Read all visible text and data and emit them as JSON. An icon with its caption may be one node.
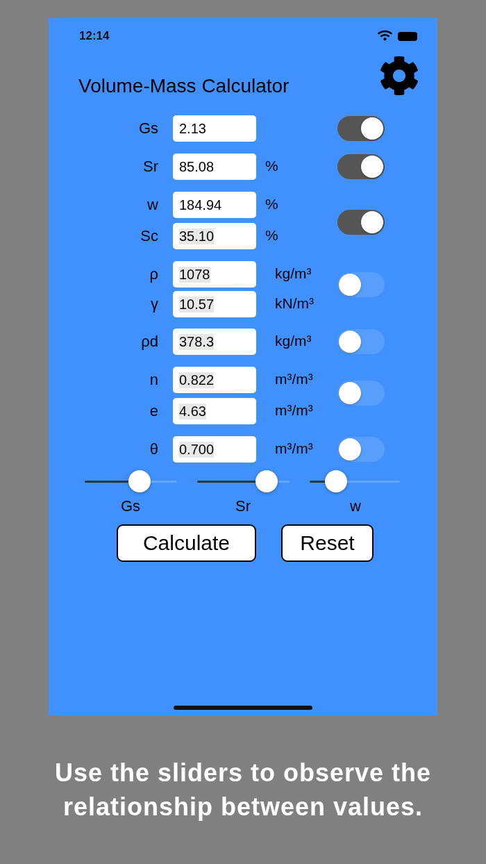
{
  "diagram": {
    "title": "Volume-Mass Calculator",
    "caption": "Use the sliders to observe the relationship between values.",
    "labels": [
      "12:14",
      "Gs",
      "2.13",
      "Sr",
      "85.08",
      "%",
      "w",
      "184.94",
      "%",
      "Sc",
      "35.10",
      "%",
      "ρ",
      "1078",
      "kg/m³",
      "γ",
      "10.57",
      "kN/m³",
      "ρd",
      "378.3",
      "kg/m³",
      "n",
      "0.822",
      "m³/m³",
      "e",
      "4.63",
      "m³/m³",
      "θ",
      "0.700",
      "m³/m³",
      "Gs",
      "Sr",
      "w",
      "Calculate",
      "Reset"
    ]
  }
}
